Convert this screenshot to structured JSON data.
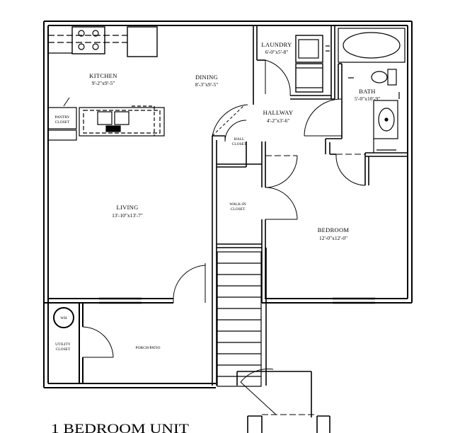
{
  "rooms": {
    "kitchen": {
      "name": "KITCHEN",
      "dims": "9'-2\"x9'-5\""
    },
    "dining": {
      "name": "DINING",
      "dims": "8'-3\"x9'-5\""
    },
    "laundry": {
      "name": "LAUNDRY",
      "dims": "6'-0\"x5'-8\""
    },
    "bath": {
      "name": "BATH",
      "dims": "5'-0\"x10'-9\""
    },
    "hallway": {
      "name": "HALLWAY",
      "dims": "4'-2\"x3'-6\""
    },
    "living": {
      "name": "LIVING",
      "dims": "13'-10\"x13'-7\""
    },
    "bedroom": {
      "name": "BEDROOM",
      "dims": "12'-0\"x12'-0\""
    }
  },
  "labels": {
    "pantry_line1": "PANTRY",
    "pantry_line2": "CLOSET",
    "hall_closet_line1": "HALL",
    "hall_closet_line2": "CLOSET",
    "walkin_line1": "WALK-IN",
    "walkin_line2": "CLOSET",
    "utility_line1": "UTILITY",
    "utility_line2": "CLOSET",
    "water_heater": "WH",
    "porch": "PORCH/PATIO"
  },
  "title": "1 BEDROOM UNIT"
}
